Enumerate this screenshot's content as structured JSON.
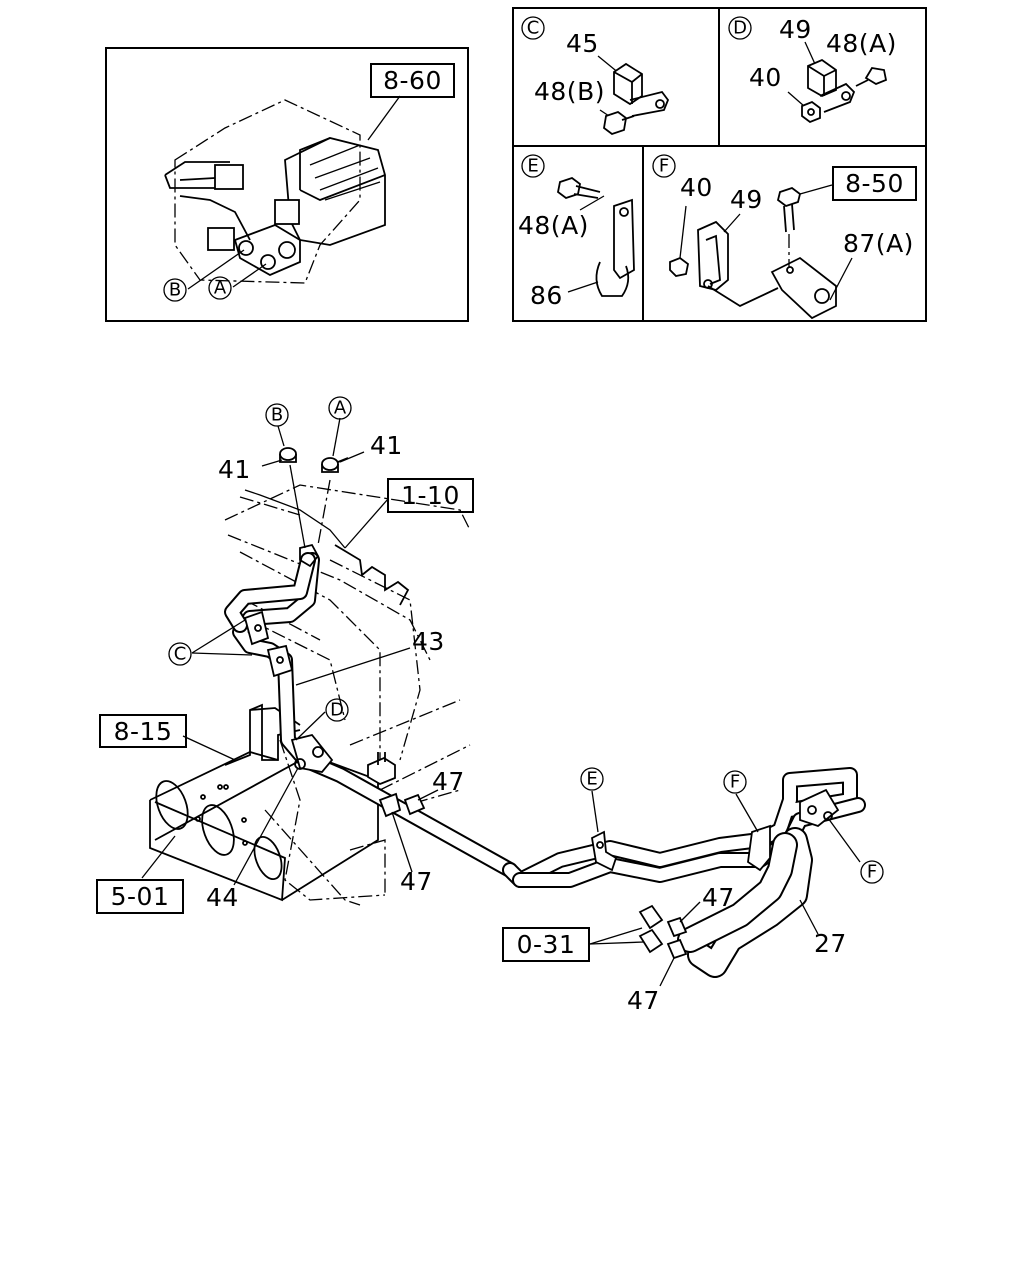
{
  "refs": {
    "r860": "8-60",
    "r850": "8-50",
    "r110": "1-10",
    "r815": "8-15",
    "r501": "5-01",
    "r031": "0-31"
  },
  "circles": {
    "A": "A",
    "B": "B",
    "C": "C",
    "D": "D",
    "E": "E",
    "F": "F"
  },
  "parts": {
    "p27": "27",
    "p40": "40",
    "p41": "41",
    "p43": "43",
    "p44": "44",
    "p45": "45",
    "p47": "47",
    "p48A": "48(A)",
    "p48B": "48(B)",
    "p49": "49",
    "p86": "86",
    "p87A": "87(A)"
  }
}
